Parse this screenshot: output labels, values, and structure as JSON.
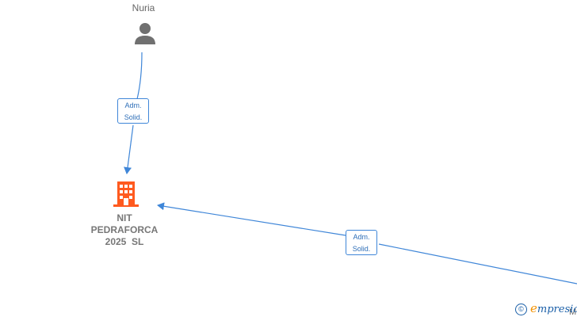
{
  "nodes": {
    "person": {
      "label": "Nuria",
      "icon": "person-icon"
    },
    "company": {
      "line1": "NIT",
      "line2": "PEDRAFORCA",
      "line3": "2025  SL",
      "icon": "building-icon",
      "color": "#ff5a1f"
    },
    "offscreen_node": {
      "partial_label": "M"
    }
  },
  "edges": [
    {
      "label_line1": "Adm.",
      "label_line2": "Solid."
    },
    {
      "label_line1": "Adm.",
      "label_line2": "Solid."
    }
  ],
  "brand": {
    "copyright_symbol": "©",
    "first_letter": "e",
    "rest": "mpresia"
  },
  "colors": {
    "edge": "#3f86d8",
    "person_icon": "#707070",
    "building": "#ff5a1f"
  }
}
